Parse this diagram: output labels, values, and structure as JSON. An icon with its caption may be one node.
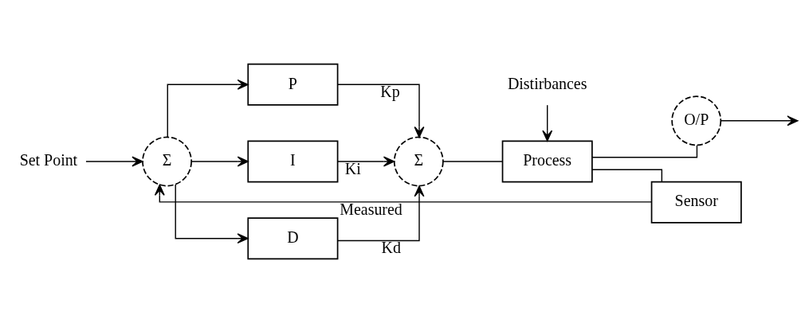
{
  "diagram": {
    "nodes": [
      {
        "text": [
          "Set Point"
        ]
      },
      {
        "text": [
          "Σ"
        ]
      },
      {
        "text": [
          "P"
        ]
      },
      {
        "text": [
          "I"
        ]
      },
      {
        "text": [
          "D"
        ]
      },
      {
        "text": [
          "Σ"
        ]
      },
      {
        "text": [
          "Distirbances"
        ]
      },
      {
        "text": [
          "Process"
        ]
      },
      {
        "text": [
          "O/P"
        ]
      },
      {
        "text": [
          "Sensor"
        ]
      }
    ],
    "edges": [
      {
        "from": 0,
        "to": 1,
        "arrow": "to"
      },
      {
        "from": 1,
        "to": 2,
        "arrow": "to"
      },
      {
        "from": 1,
        "to": 3,
        "arrow": "to"
      },
      {
        "from": 1,
        "to": 4,
        "arrow": "to"
      },
      {
        "from": 2,
        "to": 5,
        "label": "Kp",
        "arrow": "to"
      },
      {
        "from": 3,
        "to": 5,
        "label": "Ki",
        "arrow": "to"
      },
      {
        "from": 4,
        "to": 5,
        "label": "Kd",
        "arrow": "to"
      },
      {
        "from": 5,
        "to": 7,
        "arrow": "none"
      },
      {
        "from": 6,
        "to": 7,
        "arrow": "to"
      },
      {
        "from": 7,
        "to": 8,
        "arrow": "none"
      },
      {
        "from": 8,
        "to": null,
        "arrow": "to"
      },
      {
        "from": 7,
        "to": 9,
        "arrow": "none"
      },
      {
        "from": 9,
        "to": 1,
        "label": "Measured",
        "arrow": "to"
      }
    ]
  }
}
